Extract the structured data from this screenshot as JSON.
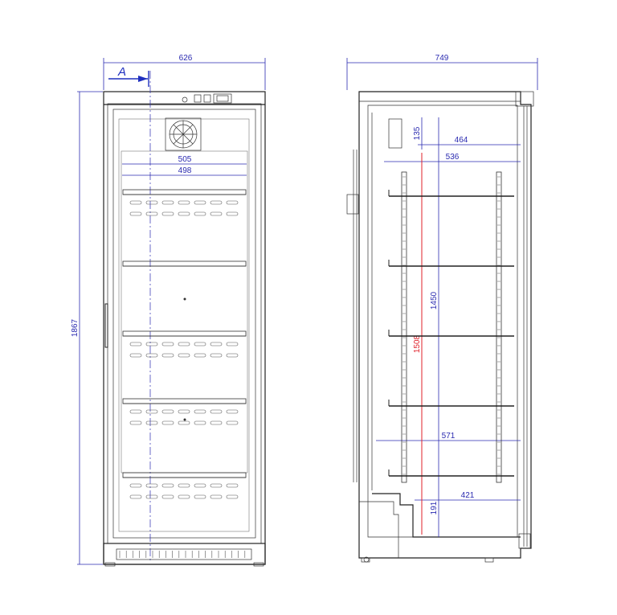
{
  "section_marker": "A",
  "front_view": {
    "overall_width": "626",
    "overall_height": "1867",
    "inner_width_top": "505",
    "inner_width_shelf": "498"
  },
  "side_view": {
    "overall_depth": "749",
    "dim_top_gap": "135",
    "dim_464": "464",
    "dim_536": "536",
    "dim_1450": "1450",
    "dim_1508": "1508",
    "dim_571": "571",
    "dim_421": "421",
    "dim_191": "191"
  },
  "colors": {
    "dimension": "#2a2ab0",
    "highlight": "#e0202a",
    "outline": "#222222"
  }
}
